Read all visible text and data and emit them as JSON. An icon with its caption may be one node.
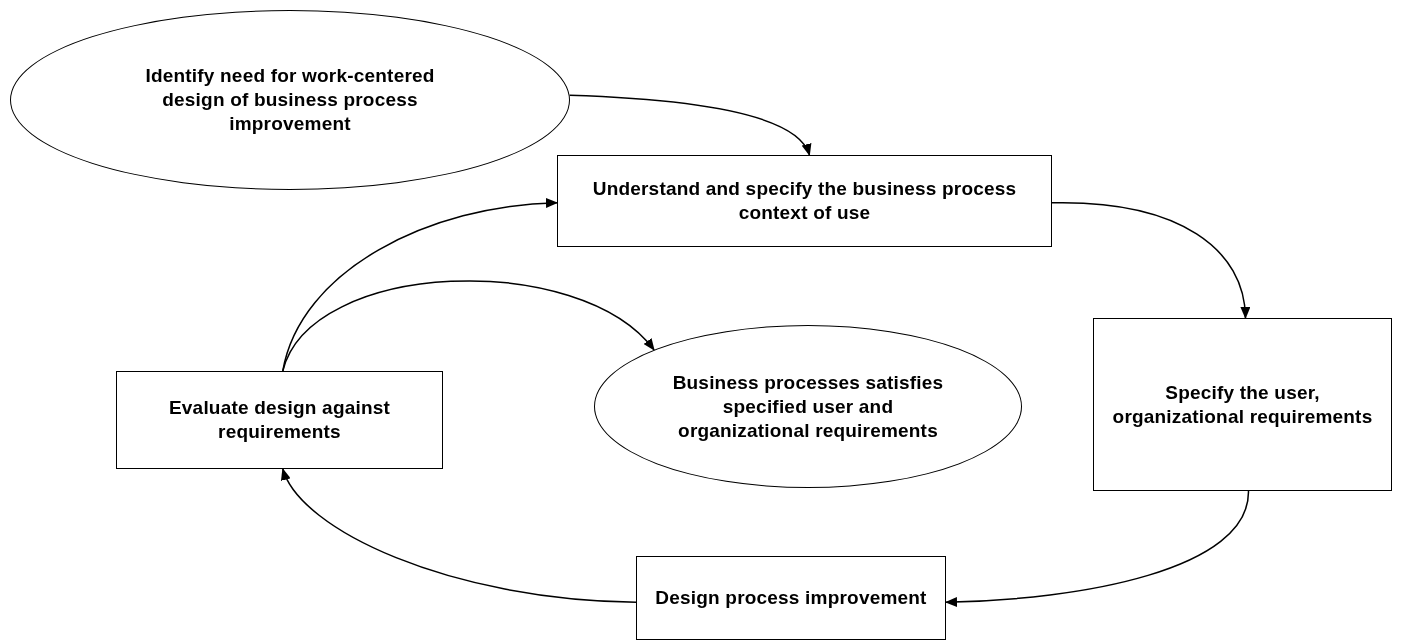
{
  "diagram": {
    "nodes": [
      {
        "text": [
          "Identify need for work-centered design of business process improvement"
        ]
      },
      {
        "text": [
          "Understand and specify the business process context of use"
        ]
      },
      {
        "text": [
          "Specify the user, organizational requirements"
        ]
      },
      {
        "text": [
          "Design process improvement"
        ]
      },
      {
        "text": [
          "Evaluate design against requirements"
        ]
      },
      {
        "text": [
          "Business processes satisfies specified user and organizational requirements"
        ]
      }
    ],
    "edges": [
      {
        "from": 0,
        "to": 1,
        "arrow": "to"
      },
      {
        "from": 1,
        "to": 2,
        "arrow": "to"
      },
      {
        "from": 2,
        "to": 3,
        "arrow": "to"
      },
      {
        "from": 3,
        "to": 4,
        "arrow": "to"
      },
      {
        "from": 4,
        "to": 1,
        "arrow": "to"
      },
      {
        "from": 4,
        "to": 5,
        "arrow": "to"
      }
    ]
  }
}
